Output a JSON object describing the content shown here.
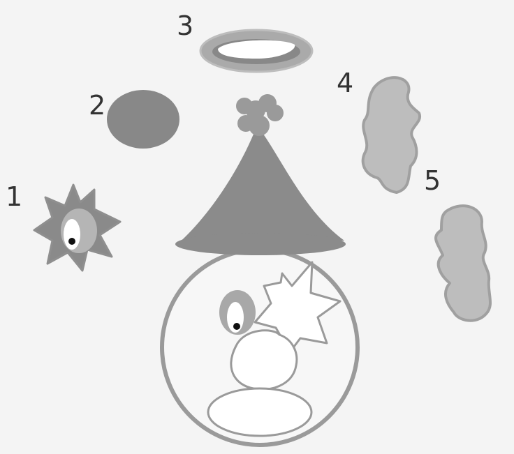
{
  "labels": {
    "piece_1": "1",
    "piece_2": "2",
    "piece_3": "3",
    "piece_4": "4",
    "piece_5": "5"
  },
  "colors": {
    "paper": "#f4f4f4",
    "dark_fill": "#8a8a8a",
    "mid_fill": "#a9a9a9",
    "light_fill": "#c6c6c6",
    "outline": "#9a9a9a",
    "text": "#333333"
  },
  "icons": {
    "piece_1": "spiky-star-with-eye",
    "piece_2": "dark-oval",
    "piece_3": "ring-brim",
    "piece_4": "cloud-ear",
    "piece_5": "cloud-ear",
    "assembly": "clown-head-outline-with-hat"
  }
}
